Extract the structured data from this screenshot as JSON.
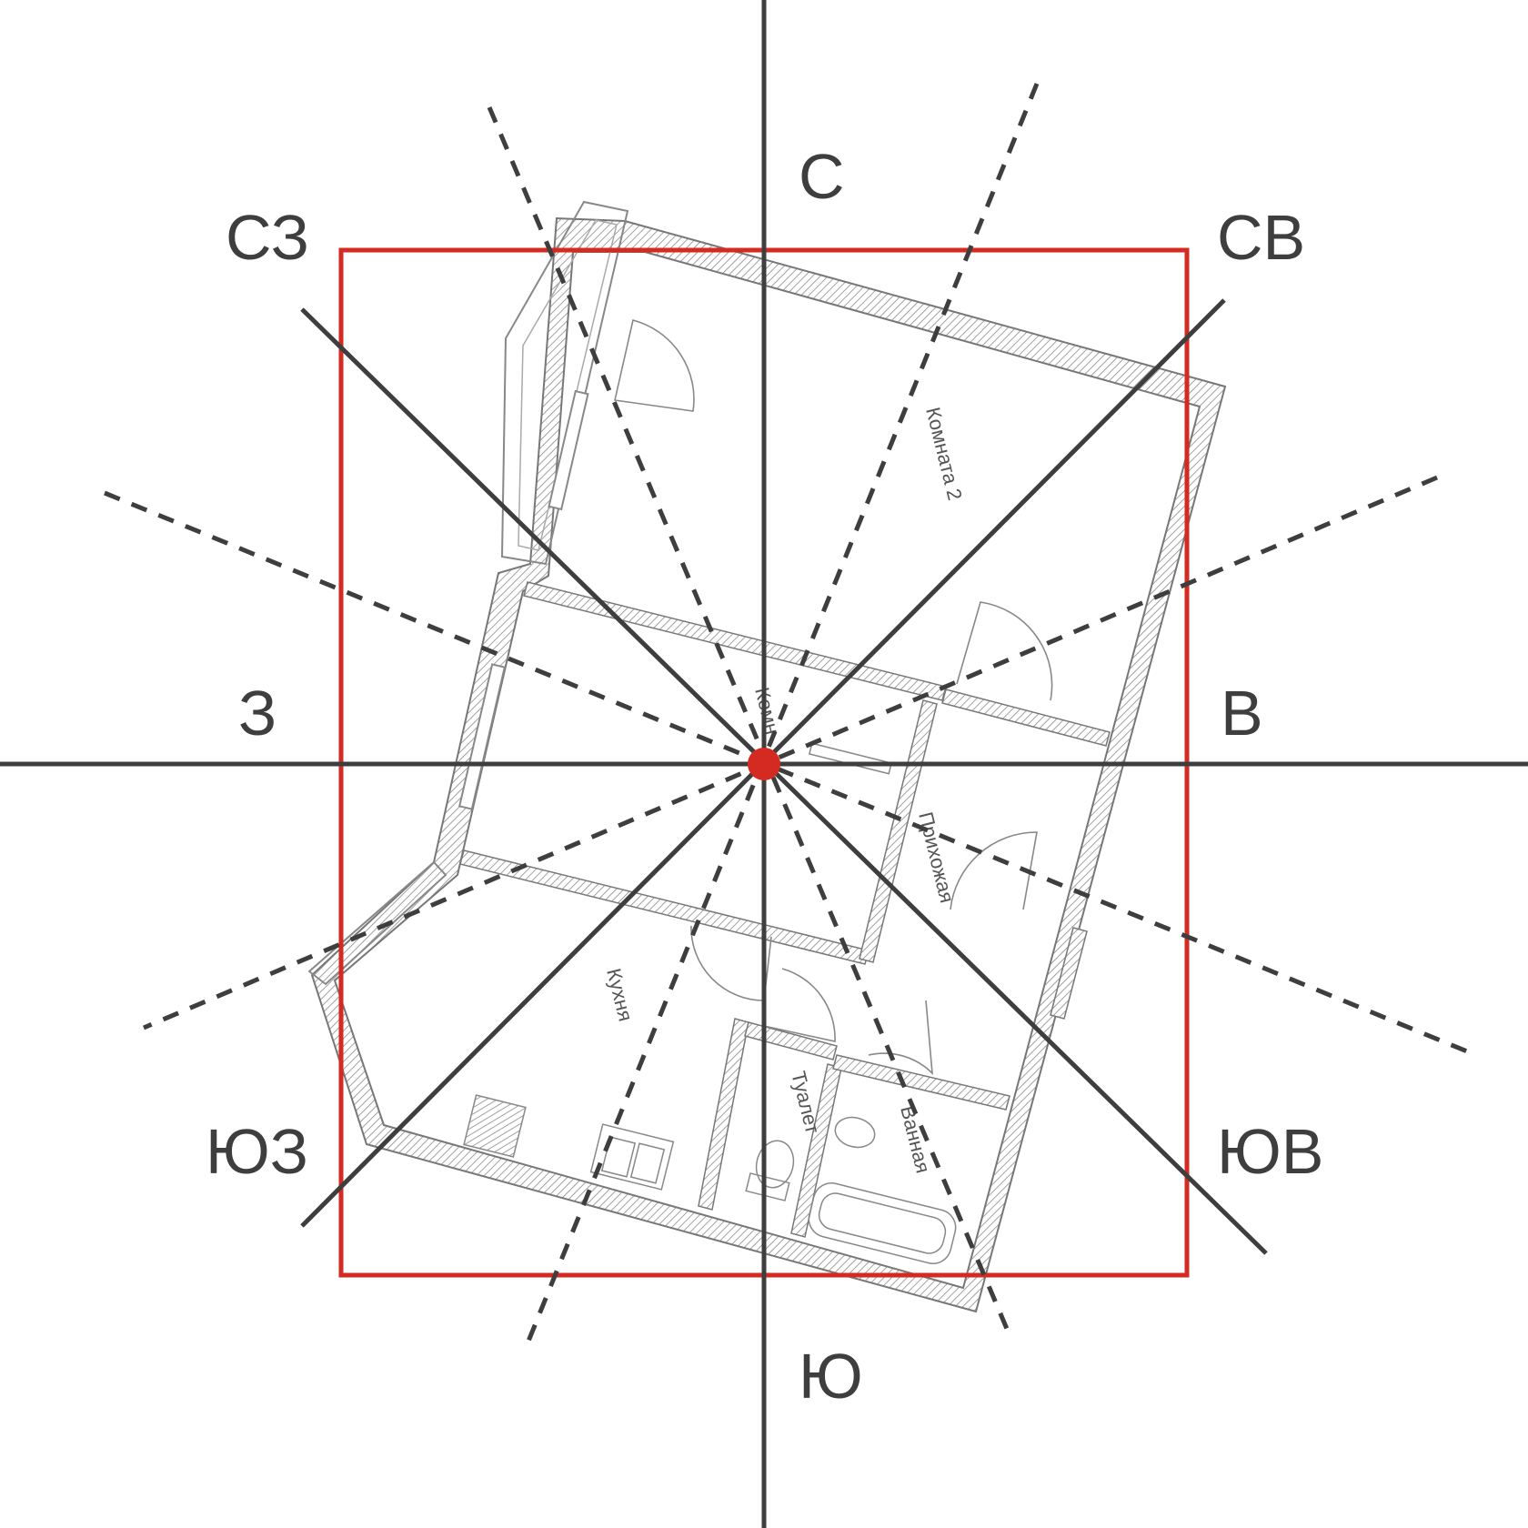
{
  "directions": {
    "north": "С",
    "northeast": "СВ",
    "east": "В",
    "southeast": "ЮВ",
    "south": "Ю",
    "southwest": "ЮЗ",
    "west": "З",
    "northwest": "СЗ"
  },
  "rooms": {
    "room2": "Комната 2",
    "room1": "Комн",
    "hallway": "Прихожая",
    "kitchen": "Кухня",
    "toilet": "Туалет",
    "bathroom": "Ванная"
  },
  "colors": {
    "axis": "#3e3e3e",
    "frame": "#d42a22",
    "center": "#d42a22",
    "wall": "#777777",
    "label": "#3e3e3e"
  }
}
